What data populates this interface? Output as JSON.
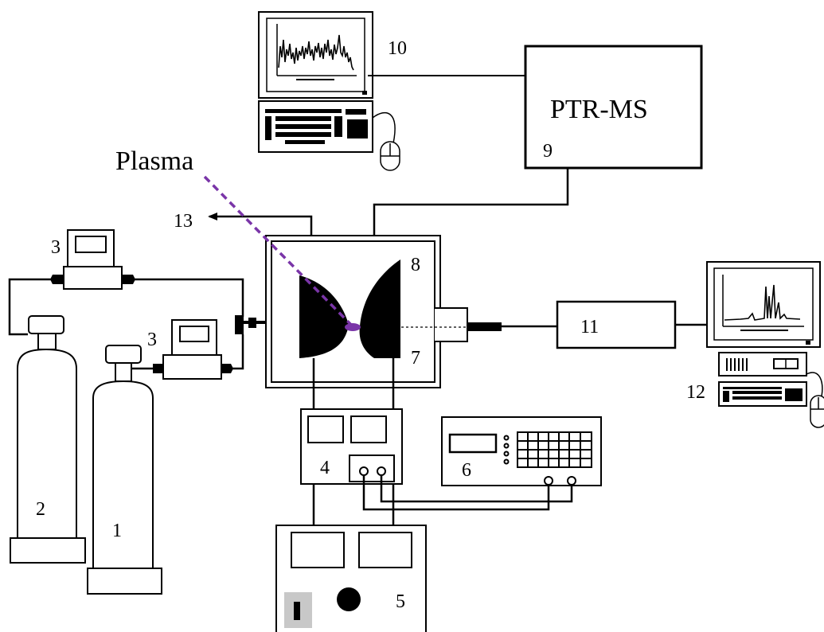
{
  "labels": {
    "cyl1": "1",
    "cyl2": "2",
    "mfc_upper": "3",
    "mfc_lower": "3",
    "power_controller": "4",
    "power_supply": "5",
    "signal_generator": "6",
    "electrode_lower": "7",
    "electrode_upper": "8",
    "ptrms_number": "9",
    "ptrms_name": "PTR-MS",
    "computer_top": "10",
    "detector": "11",
    "computer_right": "12",
    "exhaust": "13",
    "plasma": "Plasma"
  },
  "colors": {
    "plasma_accent": "#7a35a8",
    "line": "#000000",
    "switch_panel": "#c8c8c8"
  }
}
